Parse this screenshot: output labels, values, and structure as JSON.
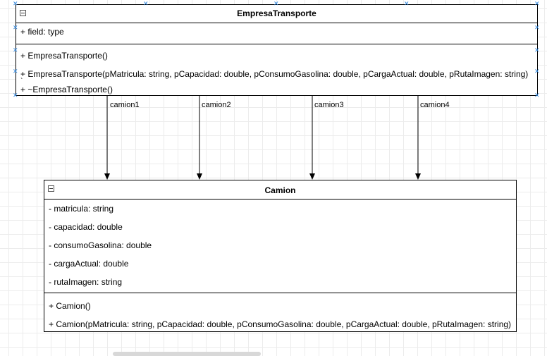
{
  "classes": {
    "empresa": {
      "name": "EmpresaTransporte",
      "fields": [
        "+ field: type"
      ],
      "methods": [
        "+ EmpresaTransporte()",
        "+ EmpresaTransporte(pMatricula: string, pCapacidad: double, pConsumoGasolina: double, pCargaActual: double, pRutaImagen: string)",
        "`",
        "+ ~EmpresaTransporte()"
      ]
    },
    "camion": {
      "name": "Camion",
      "fields": [
        "-  matricula: string",
        "-  capacidad: double",
        "- consumoGasolina: double",
        "-  cargaActual: double",
        "- rutaImagen: string"
      ],
      "methods": [
        "+ Camion()",
        "+ Camion(pMatricula: string, pCapacidad: double, pConsumoGasolina: double, pCargaActual: double, pRutaImagen: string)"
      ]
    }
  },
  "associations": [
    {
      "label": "camion1"
    },
    {
      "label": "camion2"
    },
    {
      "label": "camion3"
    },
    {
      "label": "camion4"
    }
  ],
  "colors": {
    "selection_handle": "#2e86de",
    "grid": "#ececec",
    "line": "#000000"
  }
}
